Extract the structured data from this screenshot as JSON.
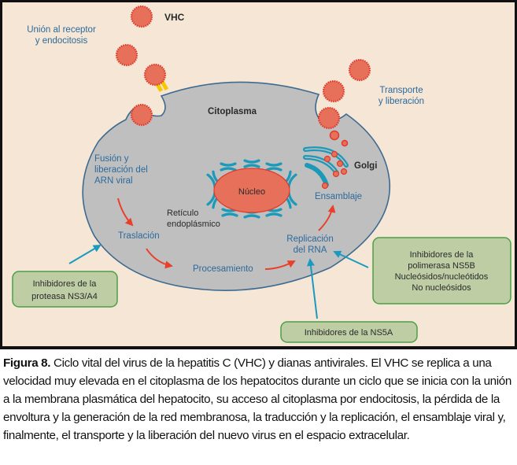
{
  "diagram": {
    "labels": {
      "virus": "VHC",
      "binding_line1": "Unión al receptor",
      "binding_line2": "y endocitosis",
      "cytoplasm": "Citoplasma",
      "transport_line1": "Transporte",
      "transport_line2": "y liberación",
      "fusion_line1": "Fusión y",
      "fusion_line2": "liberación del",
      "fusion_line3": "ARN viral",
      "nucleus": "Núcleo",
      "er_line1": "Retículo",
      "er_line2": "endoplásmico",
      "golgi": "Golgi",
      "assembly": "Ensamblaje",
      "translation": "Traslación",
      "processing": "Procesamiento",
      "replication_line1": "Replicación",
      "replication_line2": "del RNA"
    },
    "boxes": {
      "protease_line1": "Inhibidores de la",
      "protease_line2": "proteasa NS3/A4",
      "ns5b_line1": "Inhibidores de la",
      "ns5b_line2": "polimerasa NS5B",
      "ns5b_line3": "Nucleósidos/nucleótidos",
      "ns5b_line4": "No nucleósidos",
      "ns5a": "Inhibidores de la NS5A"
    },
    "colors": {
      "background": "#f5e6d5",
      "cell": "#c0bfc0",
      "cell_outline": "#3d6a90",
      "virus": "#e6705a",
      "virus_edge": "#e03a2a",
      "label_blue": "#2b6a9b",
      "box_fill": "#bfcda5",
      "box_border": "#4aa04a",
      "er_teal": "#1a9ab8",
      "arrow_red": "#e8402a",
      "arrow_blue": "#1a9ac0",
      "receptor_yellow": "#f5c800"
    }
  },
  "caption": {
    "label": "Figura 8.",
    "text": " Ciclo vital del virus de la hepatitis C (VHC) y dianas antivirales. El VHC se replica a una velocidad muy elevada en el citoplasma de los hepatocitos durante un ciclo que se inicia con la unión a la membrana plasmática del hepatocito, su acceso al citoplasma por endocitosis, la pérdida de la envoltura y la generación de la red membranosa, la traducción y la replicación, el ensamblaje viral y, finalmente, el transporte y la liberación del nuevo virus en el espacio extracelular."
  }
}
